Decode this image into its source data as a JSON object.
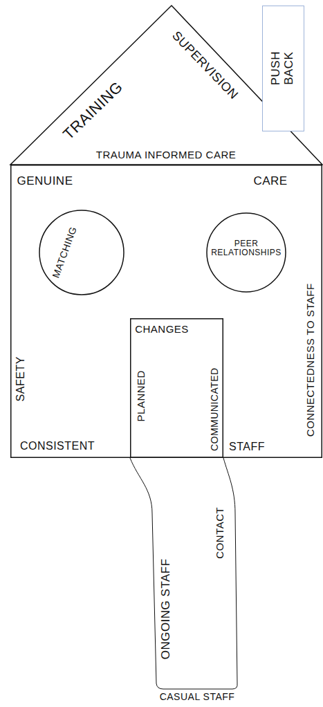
{
  "diagram": {
    "nodes": [
      {
        "text": [
          "TRAINING",
          "SUPERVISION",
          "TRAUMA INFORMED CARE"
        ]
      },
      {
        "text": [
          "PUSH BACK"
        ]
      },
      {
        "text": [
          "GENUINE",
          "CARE",
          "SAFETY",
          "CONSISTENT",
          "STAFF",
          "CONNECTEDNESS TO STAFF"
        ]
      },
      {
        "text": [
          "MATCHING"
        ],
        "in": 2
      },
      {
        "text": [
          "PEER RELATIONSHIPS"
        ],
        "in": 2
      },
      {
        "text": [
          "CHANGES",
          "PLANNED",
          "COMMUNICATED"
        ],
        "in": 2
      },
      {
        "text": [
          "ONGOING STAFF",
          "CONTACT",
          "CASUAL STAFF"
        ]
      }
    ]
  }
}
